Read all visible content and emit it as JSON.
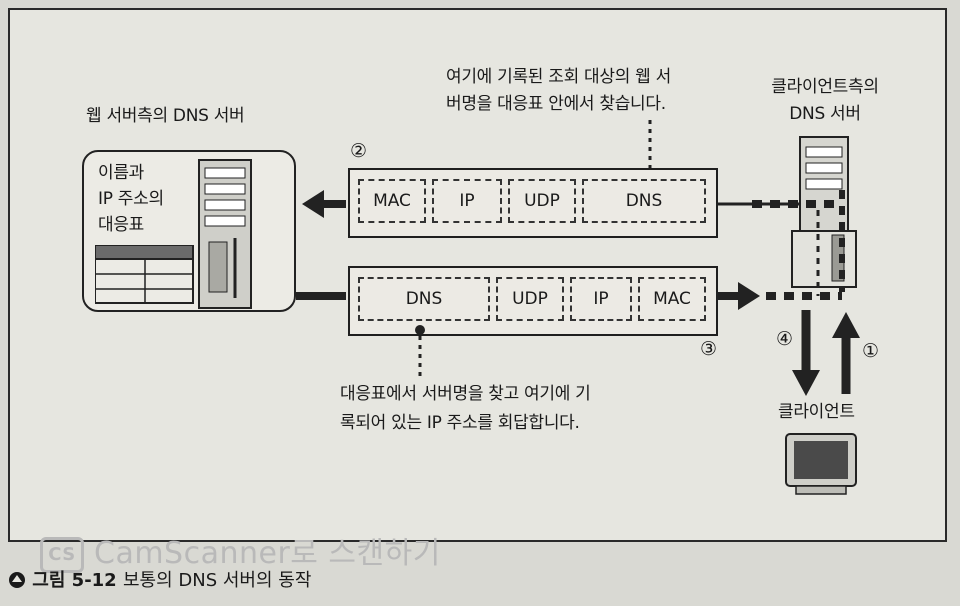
{
  "diagram": {
    "server_title": "웹 서버측의 DNS 서버",
    "table_lines": [
      "이름과",
      "IP 주소의",
      "대응표"
    ],
    "client_dns_title_lines": [
      "클라이언트측의",
      "DNS 서버"
    ],
    "client_label": "클라이언트",
    "top_note_lines": [
      "여기에 기록된 조회 대상의 웹 서",
      "버명을 대응표 안에서 찾습니다."
    ],
    "bottom_note_lines": [
      "대응표에서 서버명을 찾고 여기에 기",
      "록되어 있는 IP 주소를 회답합니다."
    ],
    "request_packet": {
      "number": "②",
      "fields": [
        "MAC",
        "IP",
        "UDP",
        "DNS"
      ]
    },
    "response_packet": {
      "number": "③",
      "fields": [
        "DNS",
        "UDP",
        "IP",
        "MAC"
      ]
    },
    "step_client_to_dns": "①",
    "step_dns_to_client": "④"
  },
  "watermark": {
    "logo": "CS",
    "text": "CamScanner로 스캔하기"
  },
  "caption": {
    "prefix": "그림 5-12",
    "text": "보통의 DNS 서버의 동작"
  },
  "colors": {
    "background": "#d9d9d3",
    "frame": "#2a2a2a",
    "ink": "#1a1a1a"
  }
}
